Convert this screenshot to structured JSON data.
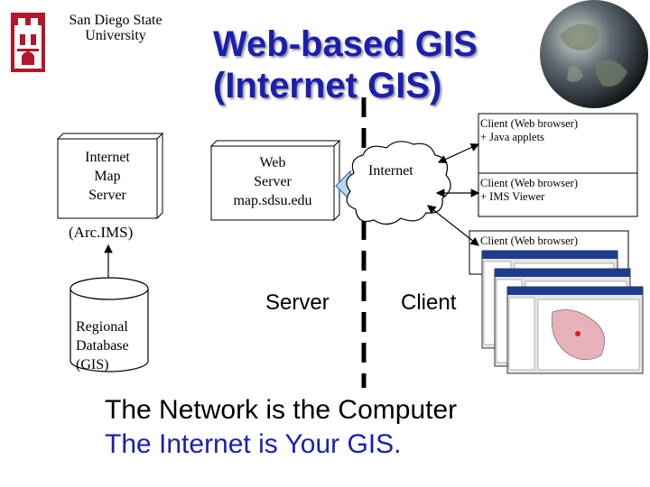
{
  "header": {
    "university": "San Diego State University",
    "title_line1": "Web-based GIS",
    "title_line2": "(Internet GIS)"
  },
  "server_side": {
    "map_server": [
      "Internet",
      "Map",
      "Server"
    ],
    "arcims": "(Arc.IMS)",
    "web_server": [
      "Web",
      "Server",
      "map.sdsu.edu"
    ],
    "database": [
      "Regional",
      "Database",
      "(GIS)"
    ],
    "label": "Server"
  },
  "network": {
    "cloud_label": "Internet"
  },
  "client_side": {
    "label": "Client",
    "clients": [
      {
        "line1": "Client (Web browser)",
        "line2": "+ Java applets"
      },
      {
        "line1": "Client (Web browser)",
        "line2": "+ IMS Viewer"
      },
      {
        "line1": "Client (Web browser)",
        "line2": ""
      }
    ]
  },
  "tagline": {
    "line1": "The Network is the Computer",
    "line2": "The Internet is Your GIS."
  },
  "colors": {
    "title": "#1a1fb0",
    "arrow_fill": "#b8d8f4",
    "arrow_stroke": "#3f6fb0",
    "map_pink": "#e7b2b9"
  }
}
